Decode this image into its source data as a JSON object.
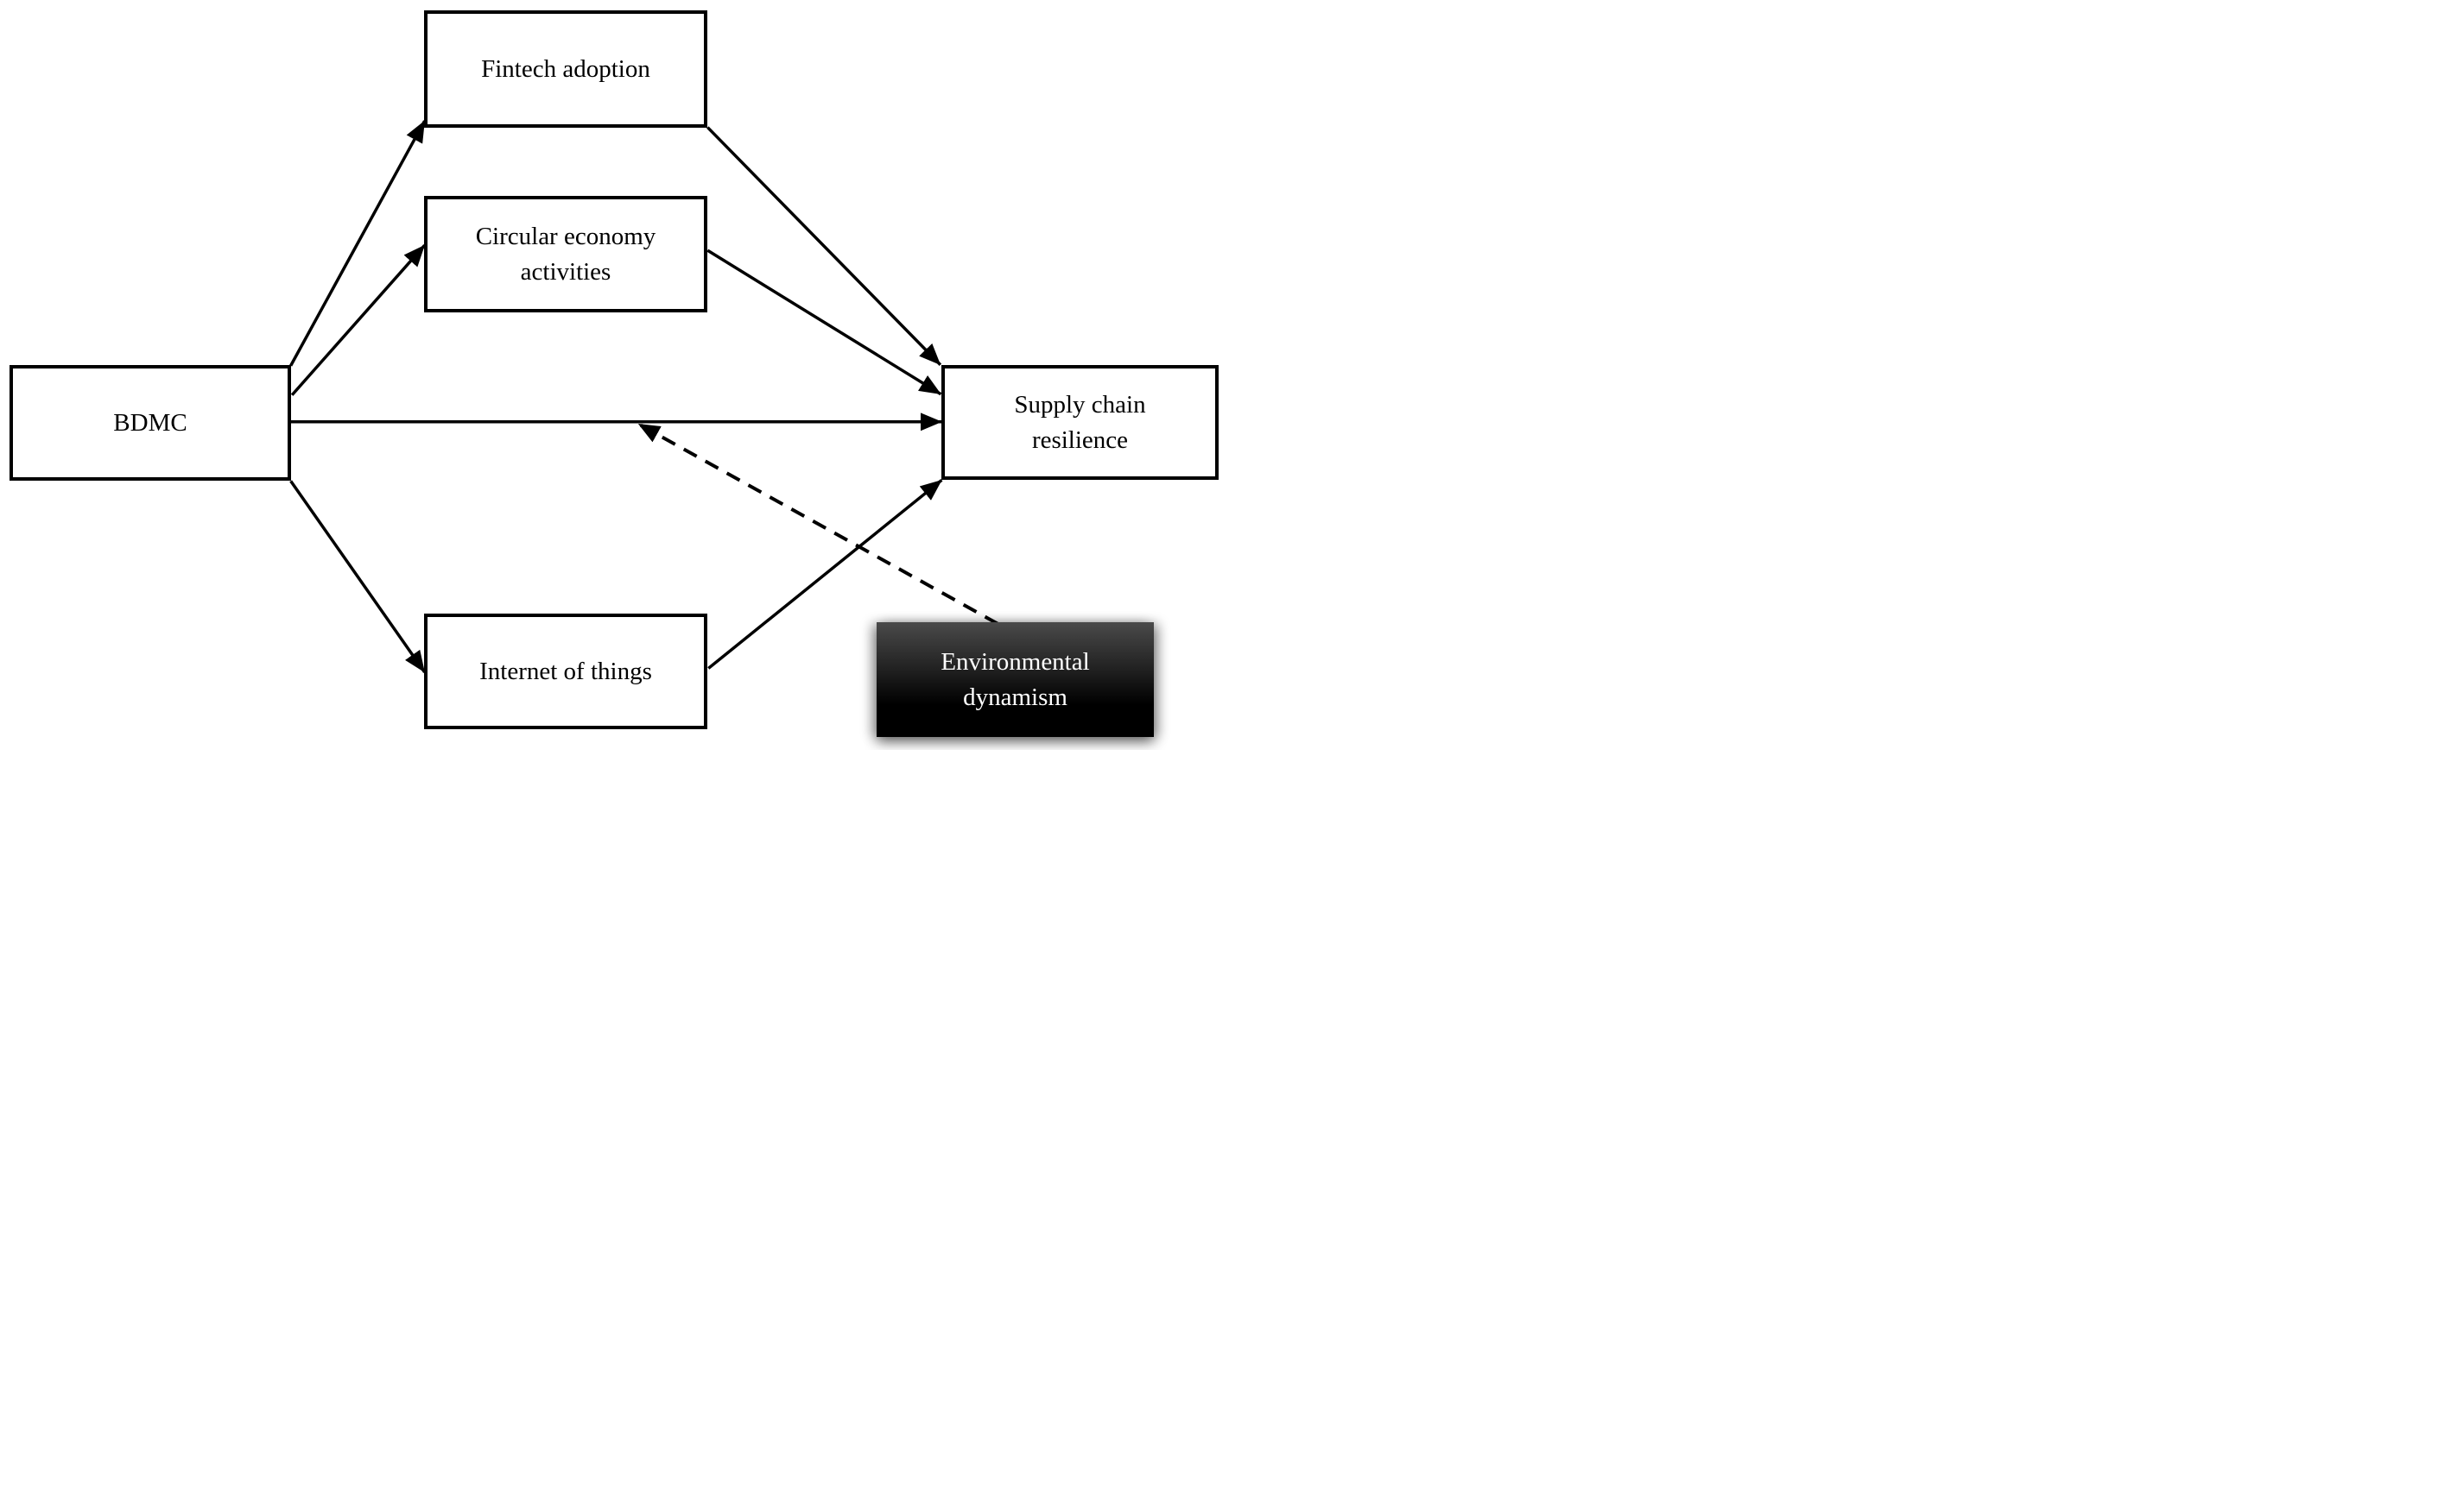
{
  "diagram": {
    "type": "path-model",
    "nodes": {
      "bdmc": {
        "label": "BDMC",
        "role": "independent-variable"
      },
      "fintech": {
        "label": "Fintech adoption",
        "role": "mediator"
      },
      "circular_economy": {
        "label": "Circular economy activities",
        "role": "mediator"
      },
      "internet_of_things": {
        "label": "Internet of things",
        "role": "mediator"
      },
      "supply_chain_resilience": {
        "label": "Supply chain resilience",
        "role": "dependent-variable"
      },
      "environmental_dynamism": {
        "label": "Environmental dynamism",
        "role": "moderator"
      }
    },
    "relationships": [
      {
        "from": "BDMC",
        "to": "Fintech adoption",
        "style": "solid-arrow"
      },
      {
        "from": "BDMC",
        "to": "Circular economy activities",
        "style": "solid-arrow"
      },
      {
        "from": "BDMC",
        "to": "Supply chain resilience",
        "style": "solid-arrow"
      },
      {
        "from": "BDMC",
        "to": "Internet of things",
        "style": "solid-arrow"
      },
      {
        "from": "Fintech adoption",
        "to": "Supply chain resilience",
        "style": "solid-arrow"
      },
      {
        "from": "Circular economy activities",
        "to": "Supply chain resilience",
        "style": "solid-arrow"
      },
      {
        "from": "Internet of things",
        "to": "Supply chain resilience",
        "style": "solid-arrow"
      },
      {
        "from": "Environmental dynamism",
        "to": "BDMC-Supply chain resilience path",
        "style": "dashed-arrow"
      }
    ],
    "colors": {
      "background": "#ffffff",
      "line": "#000000",
      "node_background": "#ffffff",
      "node_border": "#000000",
      "node_text": "#000000",
      "moderator_background_top": "#4a4a4a",
      "moderator_background_bottom": "#000000",
      "moderator_text": "#ffffff"
    }
  }
}
